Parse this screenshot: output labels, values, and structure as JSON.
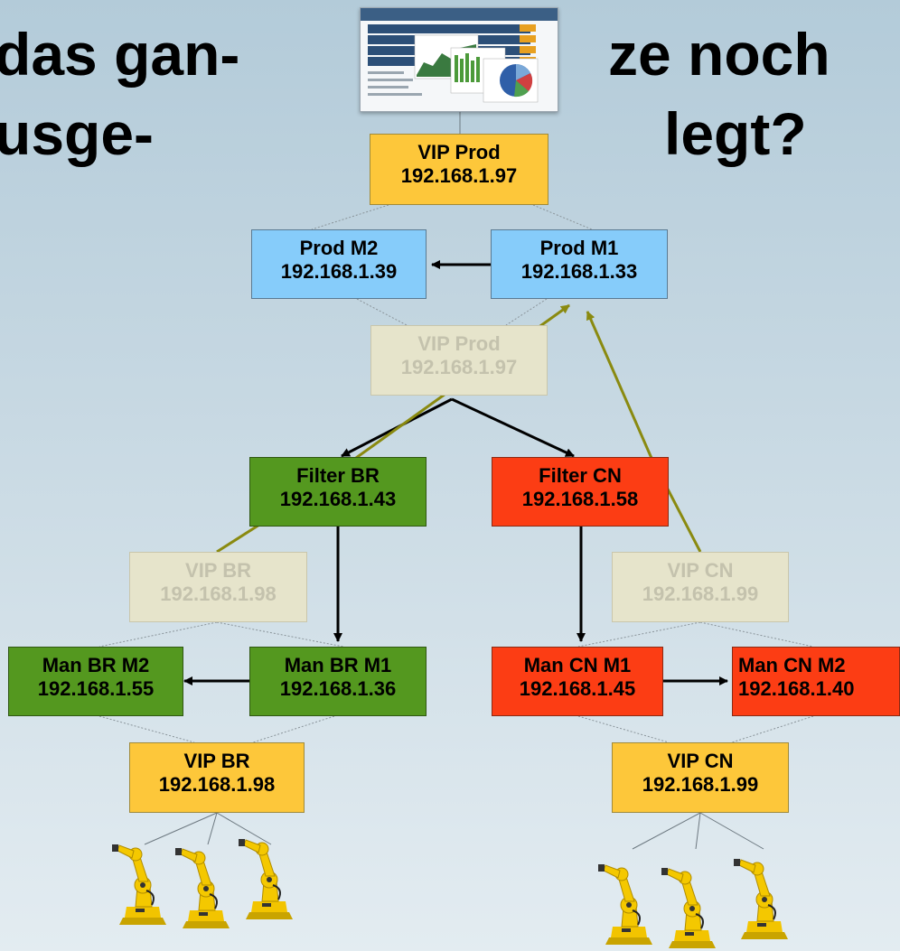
{
  "title": {
    "left_line1": "das gan-",
    "left_line2": "usge-",
    "right_line1": "ze noch",
    "right_line2": "legt?"
  },
  "nodes": {
    "vip_prod": {
      "name": "VIP Prod",
      "ip": "192.168.1.97"
    },
    "prod_m2": {
      "name": "Prod M2",
      "ip": "192.168.1.39"
    },
    "prod_m1": {
      "name": "Prod M1",
      "ip": "192.168.1.33"
    },
    "vip_prod_ghost": {
      "name": "VIP Prod",
      "ip": "192.168.1.97"
    },
    "filter_br": {
      "name": "Filter BR",
      "ip": "192.168.1.43"
    },
    "filter_cn": {
      "name": "Filter CN",
      "ip": "192.168.1.58"
    },
    "vip_br_ghost": {
      "name": "VIP BR",
      "ip": "192.168.1.98"
    },
    "vip_cn_ghost": {
      "name": "VIP CN",
      "ip": "192.168.1.99"
    },
    "man_br_m2": {
      "name": "Man BR M2",
      "ip": "192.168.1.55"
    },
    "man_br_m1": {
      "name": "Man BR M1",
      "ip": "192.168.1.36"
    },
    "man_cn_m1": {
      "name": "Man CN M1",
      "ip": "192.168.1.45"
    },
    "man_cn_m2": {
      "name": "Man CN M2",
      "ip": "192.168.1.40"
    },
    "vip_br": {
      "name": "VIP BR",
      "ip": "192.168.1.98"
    },
    "vip_cn": {
      "name": "VIP CN",
      "ip": "192.168.1.99"
    }
  },
  "colors": {
    "vip": "#fdc73a",
    "prod": "#86ccfa",
    "br": "#54981f",
    "cn": "#fc3d14",
    "ghost": "#e6e4cb",
    "olive_arrow": "#8a8a10"
  },
  "icons": {
    "dashboard": "dashboard-screenshot-icon",
    "robot": "industrial-robot-arm-icon"
  }
}
